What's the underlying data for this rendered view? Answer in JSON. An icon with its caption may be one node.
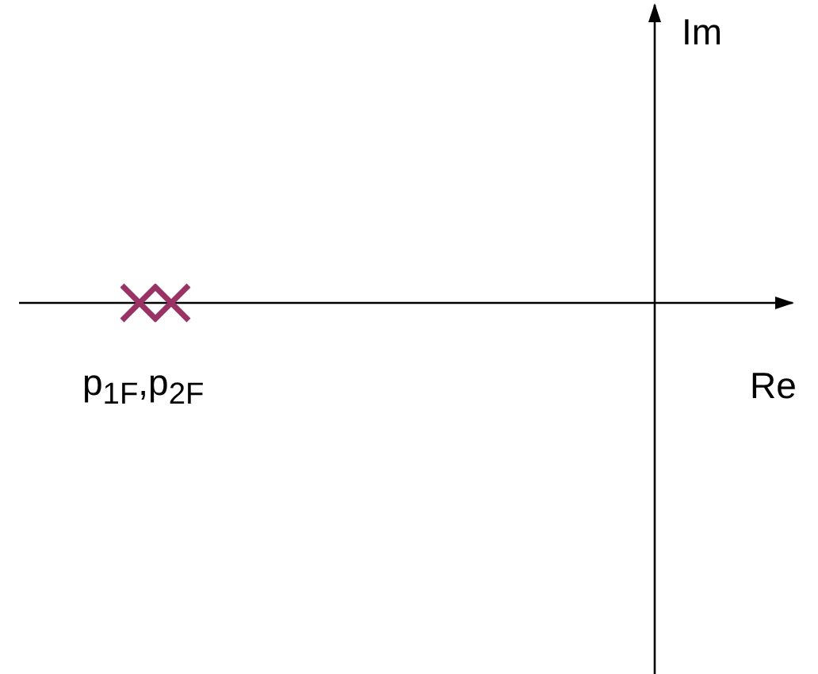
{
  "diagram": {
    "labels": [
      "Im",
      "Re",
      "p$_{1F}$,p$_{2F}$"
    ]
  }
}
